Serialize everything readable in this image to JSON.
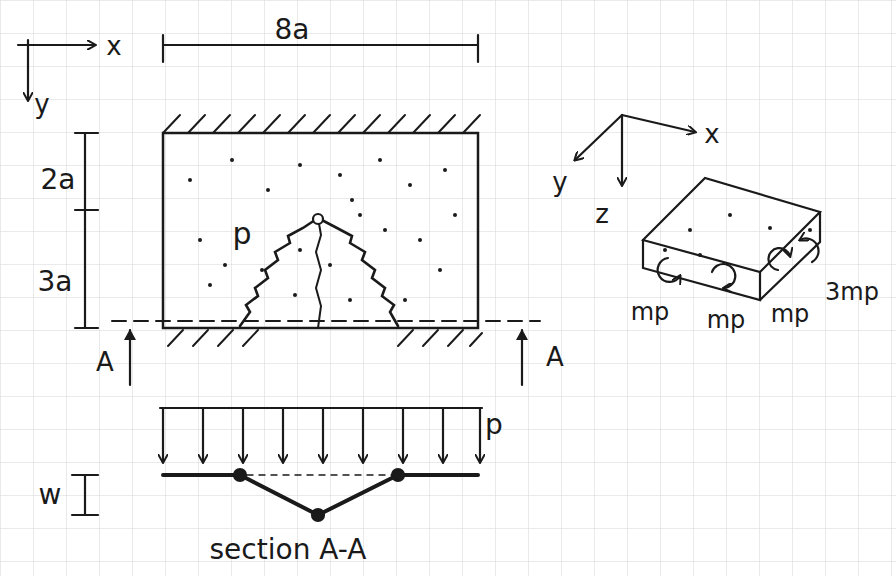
{
  "diagram": {
    "labels": [
      "x",
      "y",
      "8a",
      "2a",
      "3a",
      "p",
      "A",
      "A",
      "p",
      "w",
      "section A-A",
      "x",
      "y",
      "z",
      "mp",
      "mp",
      "mp",
      "3mp"
    ]
  }
}
